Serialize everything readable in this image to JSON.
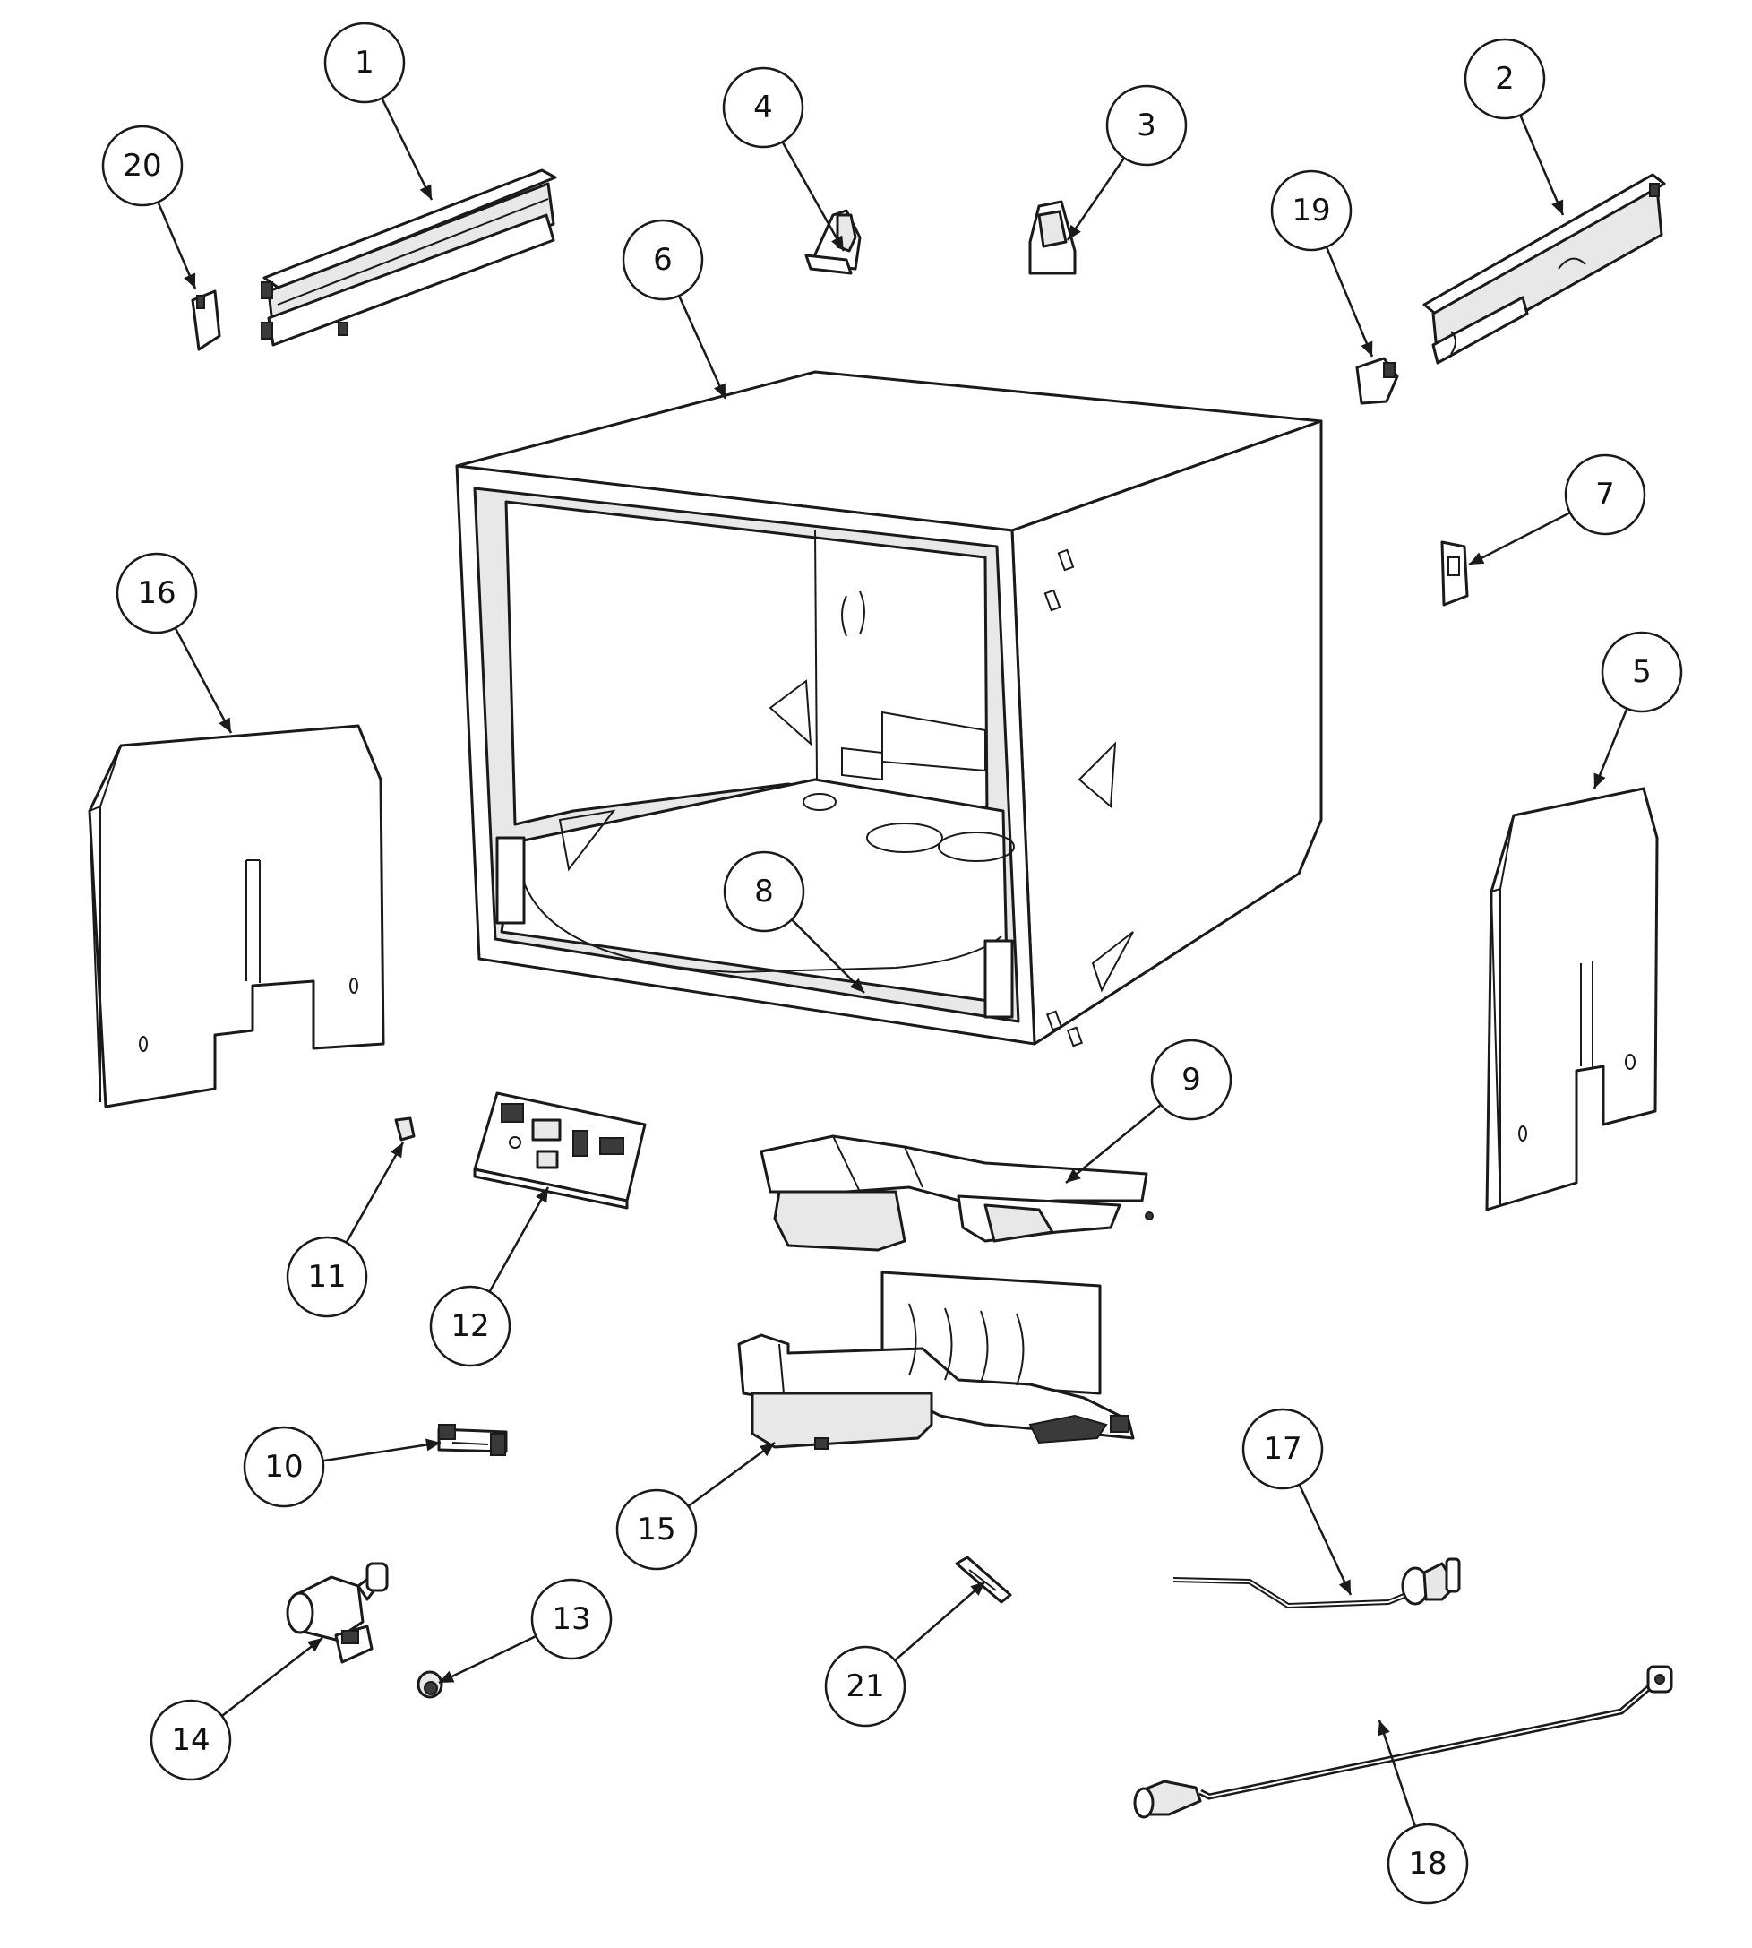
{
  "callouts": [
    {
      "label": "1",
      "part": "upper-rack-rail-left"
    },
    {
      "label": "2",
      "part": "upper-rack-rail-right"
    },
    {
      "label": "3",
      "part": "rail-bracket-right"
    },
    {
      "label": "4",
      "part": "rail-bracket-left"
    },
    {
      "label": "5",
      "part": "side-panel-right"
    },
    {
      "label": "6",
      "part": "tub-cabinet"
    },
    {
      "label": "7",
      "part": "clip"
    },
    {
      "label": "8",
      "part": "tub-floor-seal"
    },
    {
      "label": "9",
      "part": "base-cover"
    },
    {
      "label": "10",
      "part": "switch"
    },
    {
      "label": "11",
      "part": "small-fastener"
    },
    {
      "label": "12",
      "part": "control-board"
    },
    {
      "label": "13",
      "part": "cap-nut"
    },
    {
      "label": "14",
      "part": "inlet-valve"
    },
    {
      "label": "15",
      "part": "base-frame"
    },
    {
      "label": "16",
      "part": "side-panel-left"
    },
    {
      "label": "17",
      "part": "supply-hose"
    },
    {
      "label": "18",
      "part": "drain-hose"
    },
    {
      "label": "19",
      "part": "rail-end-cap-right"
    },
    {
      "label": "20",
      "part": "rail-end-cap-left"
    },
    {
      "label": "21",
      "part": "spring-clip"
    }
  ]
}
